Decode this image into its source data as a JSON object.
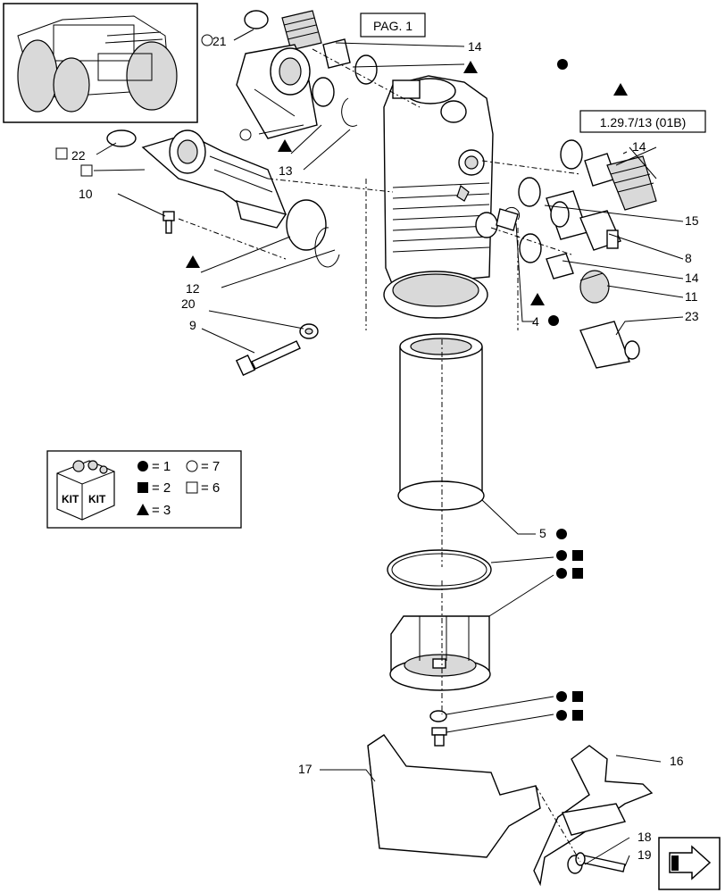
{
  "refs": {
    "pag": "PAG. 1",
    "page_ref": "1.29.7/13 (01B)"
  },
  "callouts": {
    "n21": "21",
    "n14a": "14",
    "n22": "22",
    "n10": "10",
    "n13": "13",
    "n14b": "14",
    "n15": "15",
    "n8": "8",
    "n14c": "14",
    "n11": "11",
    "n23": "23",
    "n4": "4",
    "n12": "12",
    "n20": "20",
    "n9": "9",
    "n5": "5",
    "n17": "17",
    "n16": "16",
    "n18": "18",
    "n19": "19"
  },
  "legend": {
    "kit_label_1": "KIT",
    "kit_label_2": "KIT",
    "row1": "= 1",
    "row1b": "= 7",
    "row2": "= 2",
    "row2b": "= 6",
    "row3": "= 3"
  },
  "icons": {
    "filled_circle": "filled-circle-symbol",
    "open_circle": "open-circle-symbol",
    "filled_square": "filled-square-symbol",
    "open_square": "open-square-symbol",
    "filled_triangle": "filled-triangle-symbol",
    "nav_arrow": "arrow-icon",
    "tractor": "tractor-thumbnail"
  }
}
